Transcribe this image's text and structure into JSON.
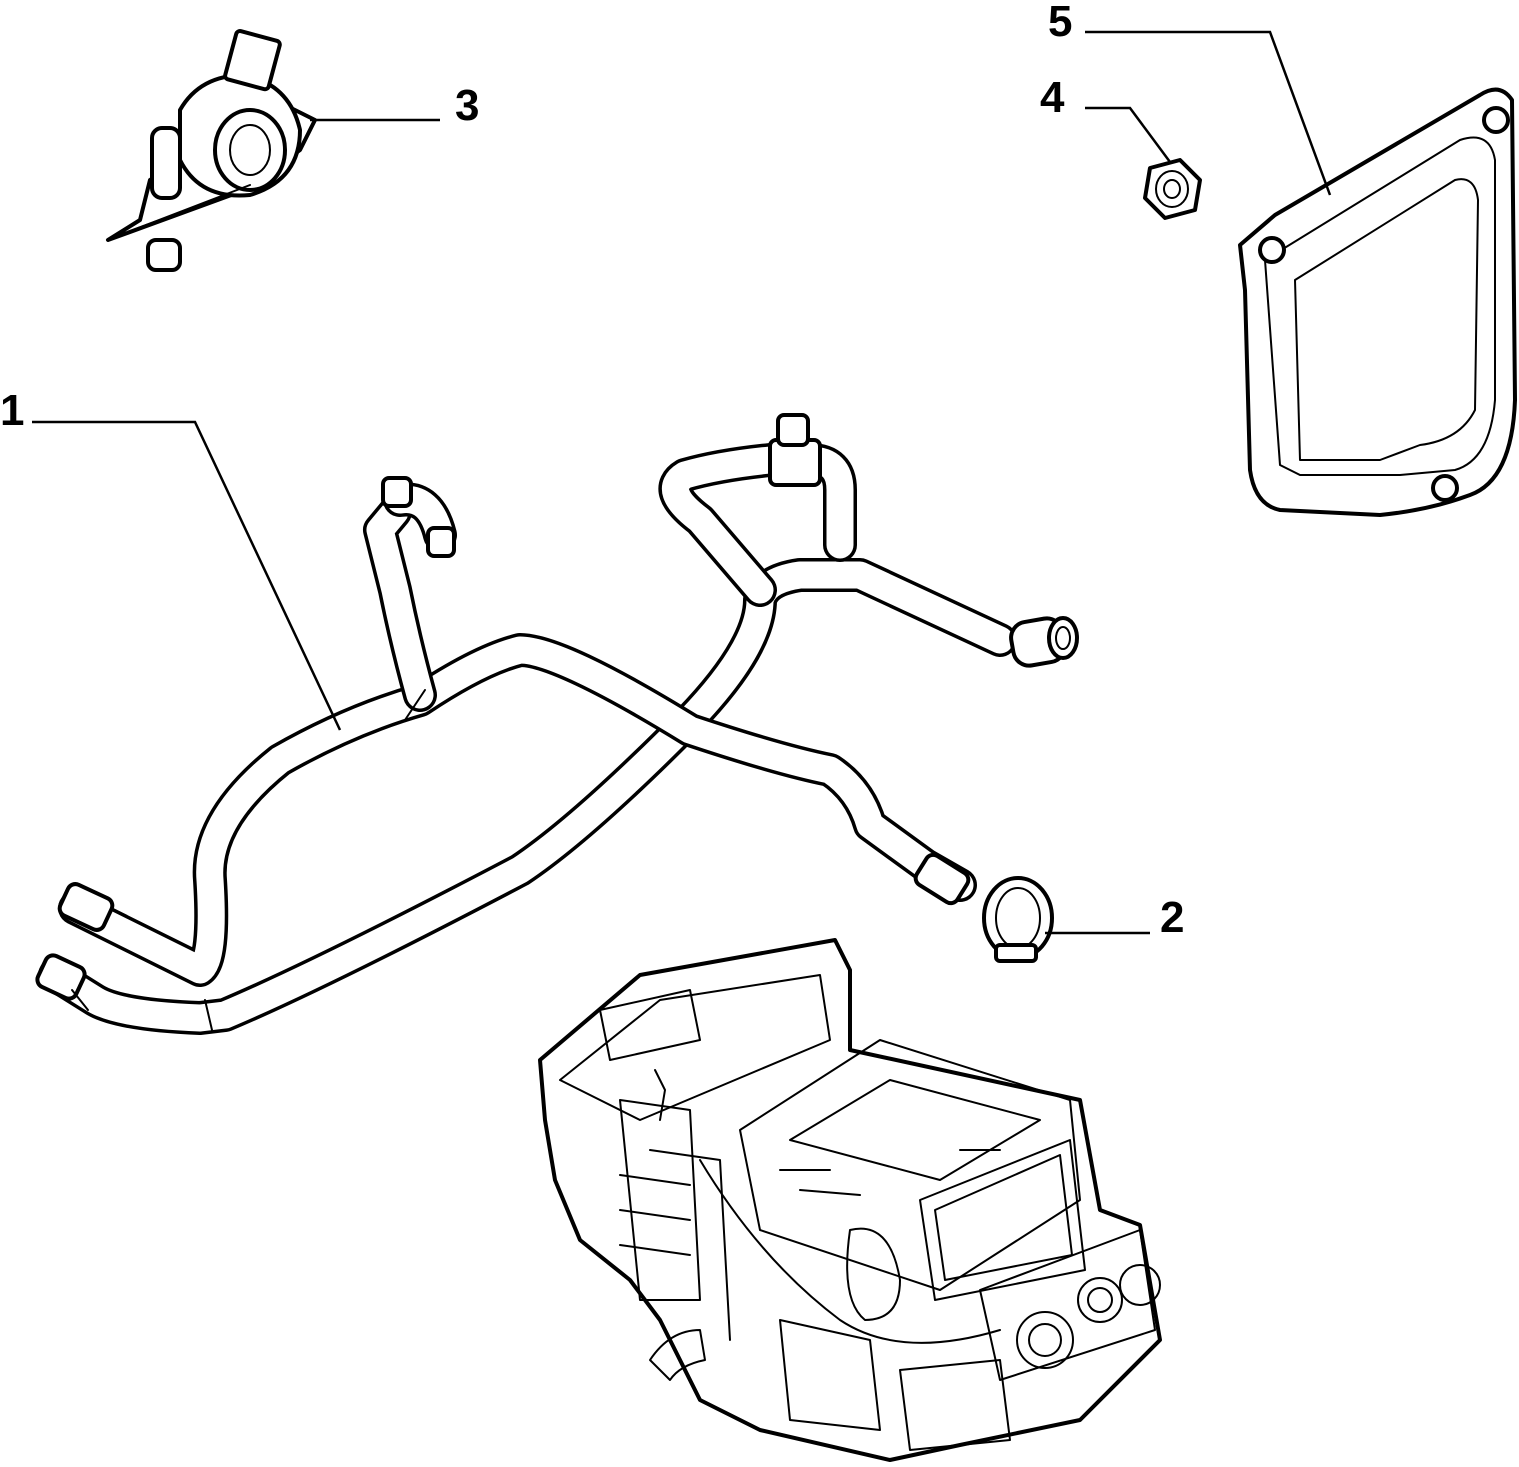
{
  "diagram": {
    "callouts": [
      {
        "id": "1",
        "label": "1"
      },
      {
        "id": "2",
        "label": "2"
      },
      {
        "id": "3",
        "label": "3"
      },
      {
        "id": "4",
        "label": "4"
      },
      {
        "id": "5",
        "label": "5"
      }
    ],
    "parts": [
      {
        "callout": "1",
        "kind": "heater-hose-assembly"
      },
      {
        "callout": "2",
        "kind": "hose-clamp"
      },
      {
        "callout": "3",
        "kind": "water-valve"
      },
      {
        "callout": "4",
        "kind": "nut"
      },
      {
        "callout": "5",
        "kind": "gasket"
      }
    ],
    "reference_assembly": "heater-unit"
  }
}
